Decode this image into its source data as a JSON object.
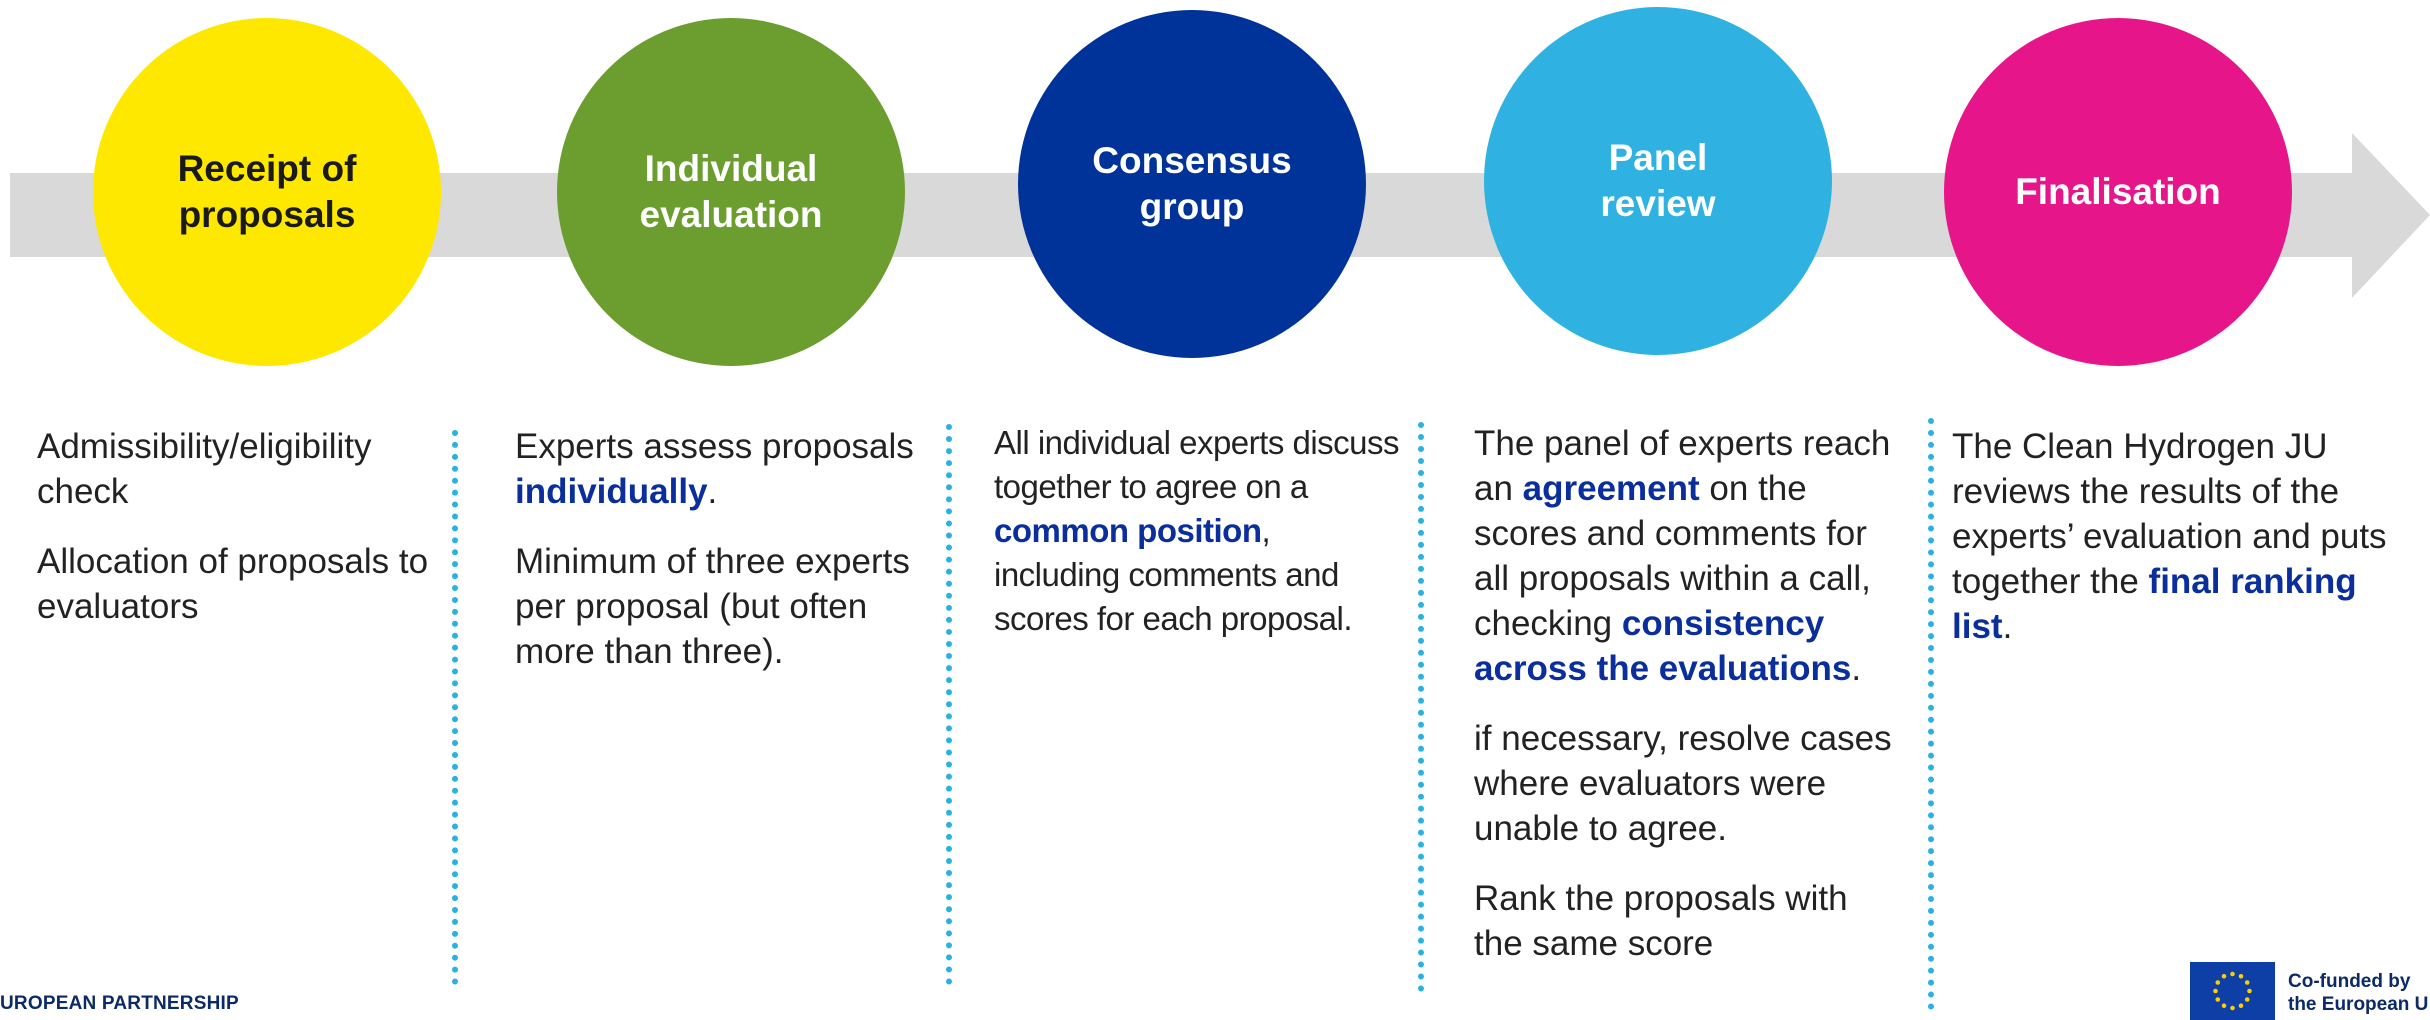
{
  "colors": {
    "arrow": "#d9d9d9",
    "emphasis": "#0a2f9c",
    "divider": "#29b1e4",
    "footer": "#0b2a66",
    "eu_flag": "#0d3fa6",
    "eu_stars": "#ffcc00"
  },
  "steps": [
    {
      "label": "Receipt of\nproposals",
      "color": "#ffe800",
      "text_color": "#1a1a1a",
      "description": [
        [
          {
            "t": "Admissibility/eligibility check"
          }
        ],
        [
          {
            "t": "Allocation of proposals to evaluators"
          }
        ]
      ]
    },
    {
      "label": "Individual\nevaluation",
      "color": "#6b9e2f",
      "text_color": "#ffffff",
      "description": [
        [
          {
            "t": "Experts assess proposals "
          },
          {
            "t": "individually",
            "em": true
          },
          {
            "t": "."
          }
        ],
        [
          {
            "t": "Minimum of three experts per proposal (but often more than three)."
          }
        ]
      ]
    },
    {
      "label": "Consensus\ngroup",
      "color": "#003399",
      "text_color": "#ffffff",
      "description": [
        [
          {
            "t": "All individual  experts discuss together to agree on a "
          },
          {
            "t": "common position",
            "em": true
          },
          {
            "t": ", including comments and scores for each proposal."
          }
        ]
      ]
    },
    {
      "label": "Panel\nreview",
      "color": "#2fb2e2",
      "text_color": "#ffffff",
      "description": [
        [
          {
            "t": "The panel of experts reach an "
          },
          {
            "t": "agreement",
            "em": true
          },
          {
            "t": " on the scores and comments for all proposals within a call, checking "
          },
          {
            "t": "consistency across the evaluations",
            "em": true
          },
          {
            "t": "."
          }
        ],
        [
          {
            "t": "if necessary, resolve cases where evaluators were unable to agree."
          }
        ],
        [
          {
            "t": "Rank the proposals with the same score"
          }
        ]
      ]
    },
    {
      "label": "Finalisation",
      "color": "#e6158a",
      "text_color": "#ffffff",
      "description": [
        [
          {
            "t": "The Clean Hydrogen JU reviews the results of the experts’ evaluation and puts together the "
          },
          {
            "t": "final ranking list",
            "em": true
          },
          {
            "t": "."
          }
        ]
      ]
    }
  ],
  "footer": {
    "left_text": "UROPEAN PARTNERSHIP",
    "eu_text": "Co-funded by\nthe European U",
    "eu_flag_icon": "eu-flag-icon"
  }
}
